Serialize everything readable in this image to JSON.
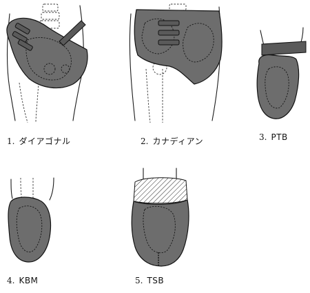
{
  "captions": [
    {
      "number": "1.",
      "label": "ダイアゴナル"
    },
    {
      "number": "2.",
      "label": "カナディアン"
    },
    {
      "number": "3.",
      "label": "PTB"
    },
    {
      "number": "4.",
      "label": "KBM"
    },
    {
      "number": "5.",
      "label": "TSB"
    }
  ],
  "colors": {
    "socket_fill": "#6d6d6d",
    "line": "#111111",
    "background": "#ffffff"
  }
}
